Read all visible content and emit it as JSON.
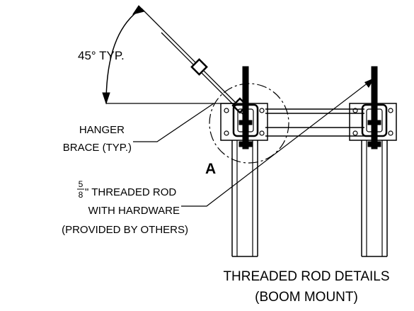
{
  "labels": {
    "angle": "45° TYP.",
    "hanger_line1": "HANGER",
    "hanger_line2": "BRACE (TYP.)",
    "detail_marker": "A",
    "rod_fraction_num": "5",
    "rod_fraction_den": "8",
    "rod_line1_rest": "\" THREADED ROD",
    "rod_line2": "WITH HARDWARE",
    "rod_line3": "(PROVIDED BY OTHERS)",
    "title_line1": "THREADED ROD DETAILS",
    "title_line2": "(BOOM MOUNT)"
  },
  "colors": {
    "ink": "#000000",
    "paper": "#ffffff"
  }
}
